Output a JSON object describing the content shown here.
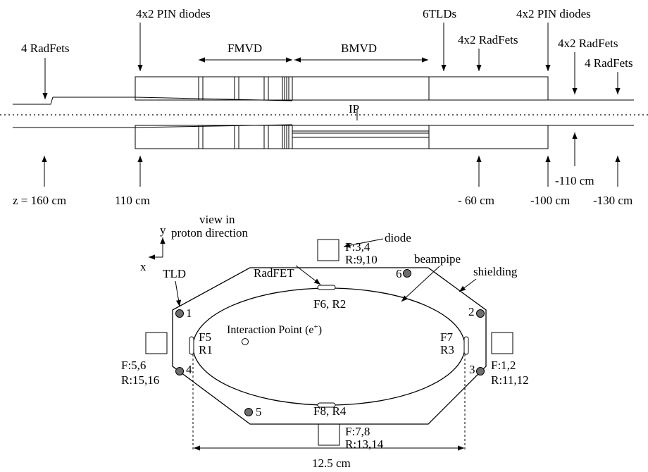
{
  "top_view": {
    "pin_left": "4x2 PIN diodes",
    "radfets_4_left": "4 RadFets",
    "fmvd": "FMVD",
    "bmvd": "BMVD",
    "tlds6": "6TLDs",
    "radfets_4x2_a": "4x2 RadFets",
    "pin_right": "4x2 PIN diodes",
    "radfets_4x2_b": "4x2 RadFets",
    "radfets_4_right": "4 RadFets",
    "ip": "IP",
    "z160": "z = 160 cm",
    "z110": "110 cm",
    "z60": "- 60 cm",
    "z100": "-100 cm",
    "z110n": "-110 cm",
    "z130": "-130 cm"
  },
  "cross_section": {
    "axis_y": "y",
    "axis_x": "x",
    "view_line1": "view in",
    "view_line2": "proton direction",
    "diode": "diode",
    "radfet": "RadFET",
    "beampipe": "beampipe",
    "shielding": "shielding",
    "tld": "TLD",
    "f34": "F:3,4",
    "r910": "R:9,10",
    "f6r2": "F6, R2",
    "f5": "F5",
    "r1": "R1",
    "f7": "F7",
    "r3": "R3",
    "ip_label": "Interaction Point (e",
    "ip_sup": "+",
    "ip_close": ")",
    "f56": "F:5,6",
    "r1516": "R:15,16",
    "f12": "F:1,2",
    "r1112": "R:11,12",
    "f8r4": "F8, R4",
    "f78": "F:7,8",
    "r1314": "R:13,14",
    "width": "12.5 cm",
    "n1": "1",
    "n2": "2",
    "n3": "3",
    "n4": "4",
    "n5": "5",
    "n6": "6"
  }
}
